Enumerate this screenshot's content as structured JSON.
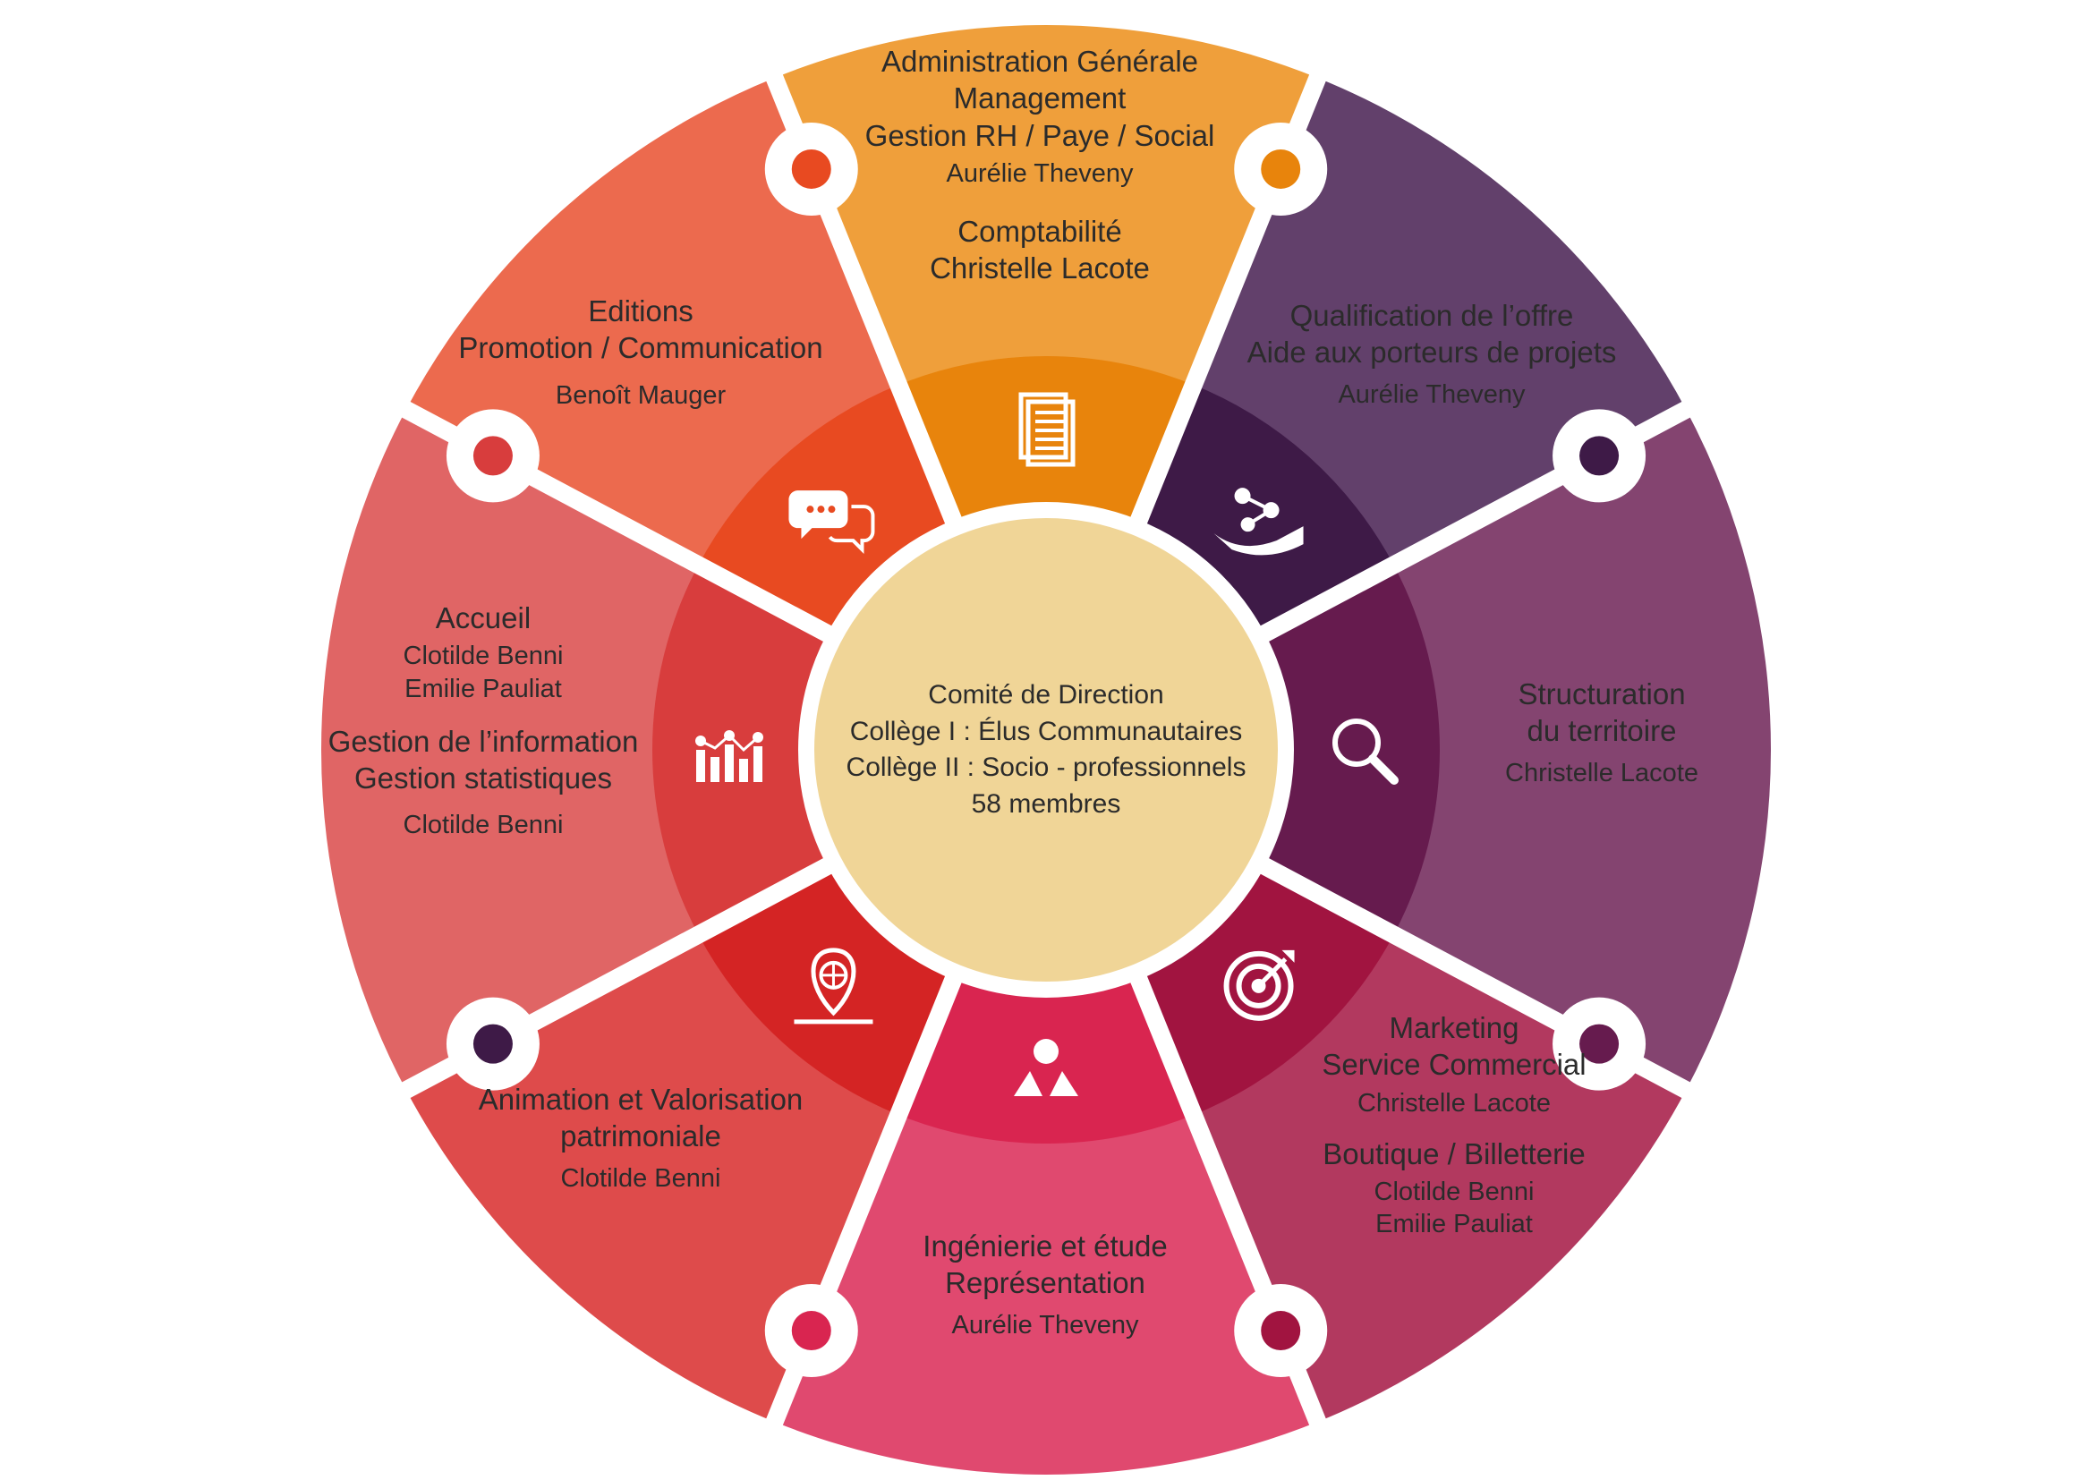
{
  "center": {
    "line1": "Comité de Direction",
    "line2": "Collège I : Élus Communautaires",
    "line3": "Collège II : Socio - professionnels",
    "line4": "58 membres"
  },
  "segments": [
    {
      "id": "top",
      "color": "#EF9F3B",
      "inner_color": "#E8840C",
      "dot_color": "#E8840C",
      "icon": "document-icon",
      "titles": [
        "Administration Générale",
        "Management",
        "Gestion RH / Paye / Social"
      ],
      "person": "Aurélie Theveny",
      "titles2": [
        "Comptabilité",
        "Christelle Lacote"
      ]
    },
    {
      "id": "upper-right",
      "color": "#62406B",
      "inner_color": "#3E1A47",
      "dot_color": "#3E1A47",
      "icon": "hand-network-icon",
      "titles": [
        "Qualification de l’offre",
        "Aide aux porteurs de projets"
      ],
      "person": "Aurélie Theveny"
    },
    {
      "id": "right",
      "color": "#844470",
      "inner_color": "#661B4E",
      "dot_color": "#661B4E",
      "icon": "magnifier-icon",
      "titles": [
        "Structuration",
        "du territoire"
      ],
      "person": "Christelle Lacote"
    },
    {
      "id": "lower-right",
      "color": "#B2395F",
      "inner_color": "#A11440",
      "dot_color": "#A11440",
      "icon": "target-icon",
      "titles": [
        "Marketing",
        "Service Commercial"
      ],
      "person": "Christelle Lacote",
      "titles2": [
        "Boutique / Billetterie"
      ],
      "persons2": [
        "Clotilde Benni",
        "Emilie Pauliat"
      ]
    },
    {
      "id": "bottom",
      "color": "#E0496F",
      "inner_color": "#D92550",
      "dot_color": "#D92550",
      "icon": "people-icon",
      "titles": [
        "Ingénierie et étude",
        "Représentation"
      ],
      "person": "Aurélie Theveny"
    },
    {
      "id": "lower-left",
      "color": "#DE4B4B",
      "inner_color": "#D42424",
      "dot_color": "#3E1A47",
      "icon": "globe-pin-icon",
      "titles": [
        "Animation et Valorisation",
        "patrimoniale"
      ],
      "person": "Clotilde Benni"
    },
    {
      "id": "left",
      "color": "#E06565",
      "inner_color": "#D83D3D",
      "dot_color": "#D83D3D",
      "icon": "bar-chart-icon",
      "titles": [
        "Accueil"
      ],
      "persons": [
        "Clotilde Benni",
        "Emilie Pauliat"
      ],
      "titles2": [
        "Gestion de l’information",
        "Gestion statistiques"
      ],
      "persons2": [
        "Clotilde Benni"
      ]
    },
    {
      "id": "upper-left",
      "color": "#EC6A4E",
      "inner_color": "#E84A21",
      "dot_color": "#E84A21",
      "icon": "chat-bubbles-icon",
      "titles": [
        "Editions",
        "Promotion / Communication"
      ],
      "person": "Benoît Mauger"
    }
  ]
}
